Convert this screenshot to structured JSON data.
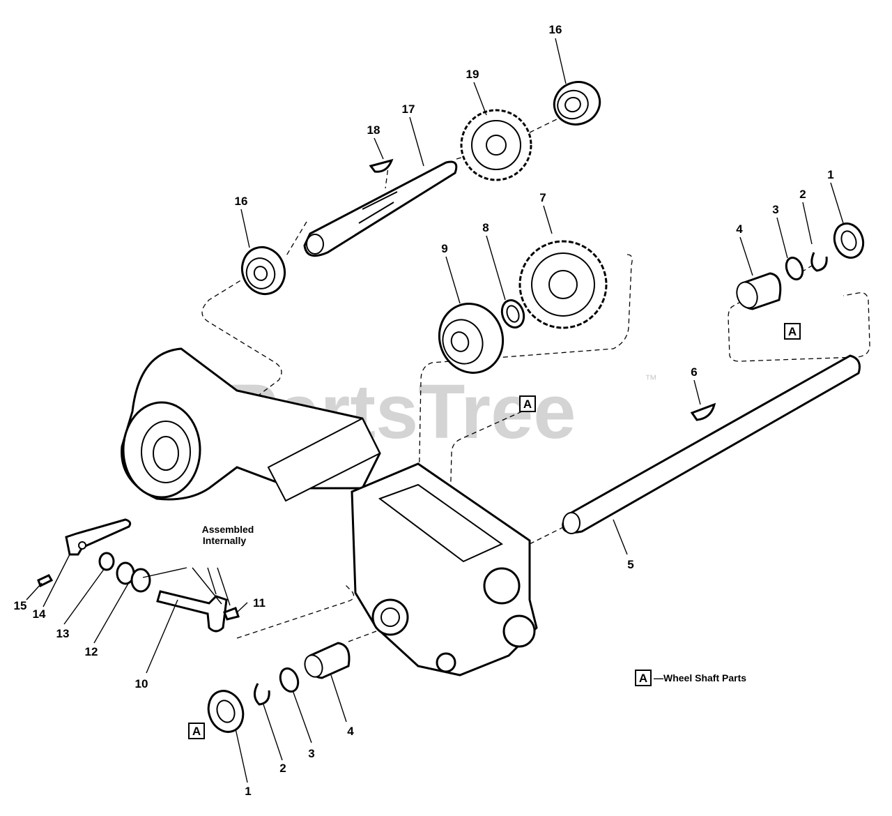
{
  "watermark": {
    "text": "PartsTree",
    "trademark": "™"
  },
  "callouts": [
    {
      "id": "c16a",
      "label": "16"
    },
    {
      "id": "c19",
      "label": "19"
    },
    {
      "id": "c17",
      "label": "17"
    },
    {
      "id": "c18",
      "label": "18"
    },
    {
      "id": "c16b",
      "label": "16"
    },
    {
      "id": "c7",
      "label": "7"
    },
    {
      "id": "c8",
      "label": "8"
    },
    {
      "id": "c9",
      "label": "9"
    },
    {
      "id": "c1a",
      "label": "1"
    },
    {
      "id": "c2a",
      "label": "2"
    },
    {
      "id": "c3a",
      "label": "3"
    },
    {
      "id": "c4a",
      "label": "4"
    },
    {
      "id": "c6",
      "label": "6"
    },
    {
      "id": "c5",
      "label": "5"
    },
    {
      "id": "c11",
      "label": "11"
    },
    {
      "id": "c15",
      "label": "15"
    },
    {
      "id": "c14",
      "label": "14"
    },
    {
      "id": "c13",
      "label": "13"
    },
    {
      "id": "c12",
      "label": "12"
    },
    {
      "id": "c10",
      "label": "10"
    },
    {
      "id": "c4b",
      "label": "4"
    },
    {
      "id": "c3b",
      "label": "3"
    },
    {
      "id": "c2b",
      "label": "2"
    },
    {
      "id": "c1b",
      "label": "1"
    }
  ],
  "note_assembled": {
    "line1": "Assembled",
    "line2": "Internally"
  },
  "group_marker": "A",
  "legend": {
    "marker": "A",
    "text": "—Wheel Shaft Parts"
  }
}
